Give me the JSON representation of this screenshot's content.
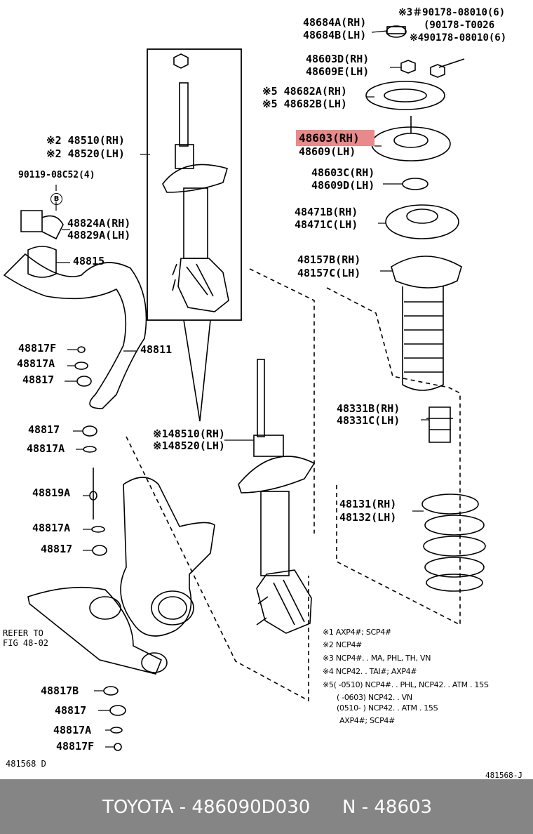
{
  "parts": {
    "p48684A": "48684A(RH)",
    "p48684B": "48684B(LH)",
    "n90178a": "※3＃90178-08010(6)",
    "n90178b": "(90178-T0026",
    "n90178c": "※490178-08010(6)",
    "p48603D": "48603D(RH)",
    "p48609E": "48609E(LH)",
    "p48682A": "※5 48682A(RH)",
    "p48682B": "※5 48682B(LH)",
    "p48603": "48603(RH)",
    "p48609": "48609(LH)",
    "p48603C": "48603C(RH)",
    "p48609D": "48609D(LH)",
    "p48471B": "48471B(RH)",
    "p48471C": "48471C(LH)",
    "p48157B": "48157B(RH)",
    "p48157C": "48157C(LH)",
    "p48331B": "48331B(RH)",
    "p48331C": "48331C(LH)",
    "p48131": "48131(RH)",
    "p48132": "48132(LH)",
    "p48510top": "※2 48510(RH)",
    "p48520top": "※2 48520(LH)",
    "p90119": "90119-08C52(4)",
    "circleB": "B",
    "p48824A": "48824A(RH)",
    "p48829A": "48829A(LH)",
    "p48815": "48815",
    "p48811": "48811",
    "p48817F_1": "48817F",
    "p48817A_1": "48817A",
    "p48817_1": "48817",
    "p48817_2": "48817",
    "p48817A_2": "48817A",
    "p48819A": "48819A",
    "p48817A_3": "48817A",
    "p48817_3": "48817",
    "p48510mid": "※148510(RH)",
    "p48520mid": "※148520(LH)",
    "refer1": "REFER TO",
    "refer2": "FIG 48-02",
    "p48817B": "48817B",
    "p48817_4": "48817",
    "p48817A_4": "48817A",
    "p48817F_2": "48817F",
    "figLeft": "481568 D",
    "figRight": "481568-J"
  },
  "notes": [
    "※1  AXP4#; SCP4#",
    "※2  NCP4#",
    "※3  NCP4#. . MA, PHL, TH, VN",
    "※4  NCP42. . TAI#; AXP4#",
    "※5(          -0510) NCP4#. . PHL, NCP42. . ATM . 15S",
    "(          -0603) NCP42. . VN",
    "(0510-           ) NCP42. . ATM . 15S",
    "AXP4#; SCP4#"
  ],
  "footer": {
    "brand": "TOYOTA - 486090D030",
    "ref": "N - 48603"
  }
}
